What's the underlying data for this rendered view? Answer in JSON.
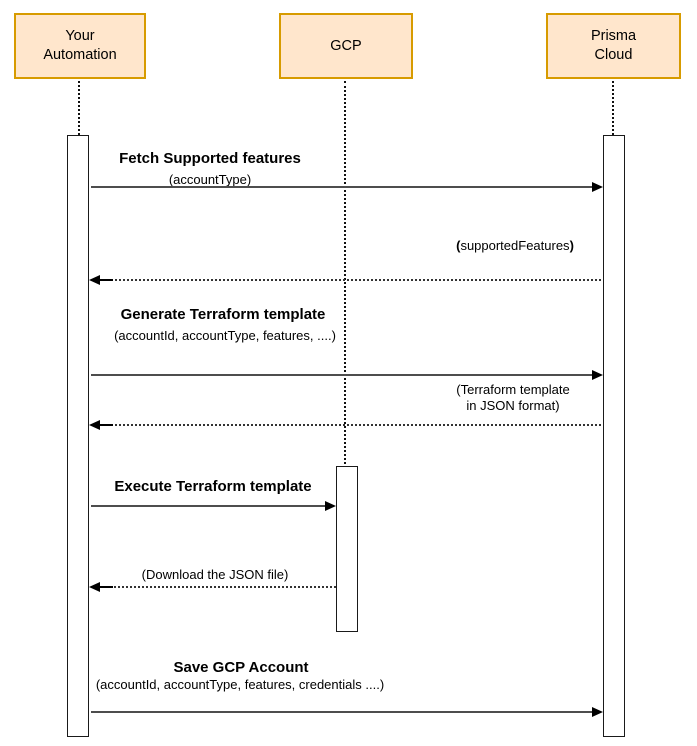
{
  "diagram": {
    "type": "sequence",
    "colors": {
      "actor_fill": "#ffe6cc",
      "actor_border": "#d79b00",
      "line": "#333333",
      "background": "#ffffff",
      "text": "#000000"
    },
    "actors": [
      {
        "id": "your-automation",
        "label": "Your\nAutomation"
      },
      {
        "id": "gcp",
        "label": "GCP"
      },
      {
        "id": "prisma-cloud",
        "label": "Prisma\nCloud"
      }
    ],
    "messages": [
      {
        "from": "your-automation",
        "to": "prisma-cloud",
        "style": "solid",
        "title": "Fetch Supported features",
        "params": "(accountType)"
      },
      {
        "from": "prisma-cloud",
        "to": "your-automation",
        "style": "dotted",
        "label_open": "(",
        "label_text": "supportedFeatures",
        "label_close": ")"
      },
      {
        "from": "your-automation",
        "to": "prisma-cloud",
        "style": "solid",
        "title": "Generate Terraform template",
        "params": "(accountId, accountType, features, ....)"
      },
      {
        "from": "prisma-cloud",
        "to": "your-automation",
        "style": "dotted",
        "label": "(Terraform template\nin JSON format)"
      },
      {
        "from": "your-automation",
        "to": "gcp",
        "style": "solid",
        "title": "Execute Terraform template"
      },
      {
        "from": "gcp",
        "to": "your-automation",
        "style": "dotted",
        "label": "(Download the JSON file)"
      },
      {
        "from": "your-automation",
        "to": "prisma-cloud",
        "style": "solid",
        "title": "Save GCP Account",
        "params": "(accountId, accountType, features, credentials ....)"
      }
    ]
  }
}
